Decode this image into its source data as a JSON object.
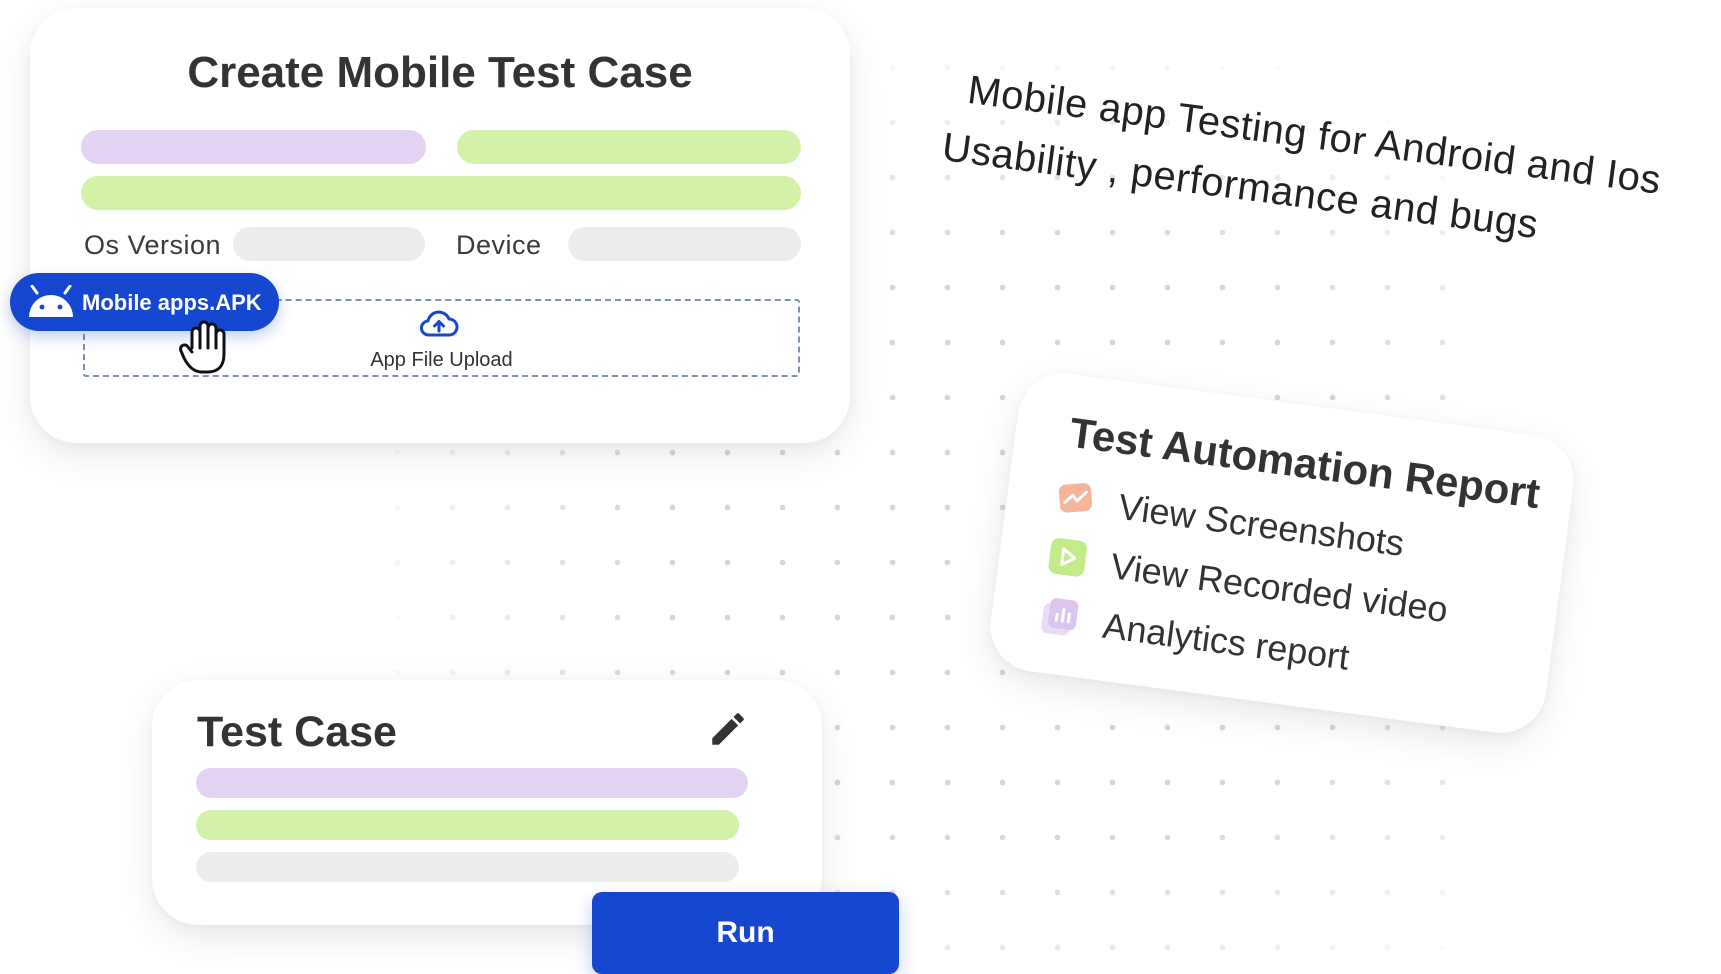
{
  "create_card": {
    "title": "Create Mobile Test Case",
    "os_version_label": "Os Version",
    "device_label": "Device",
    "upload_text": "App File Upload"
  },
  "apk_pill": {
    "label": "Mobile apps.APK"
  },
  "headline": {
    "line1": "Mobile app Testing for Android and Ios",
    "line2": "Usability , performance and bugs"
  },
  "report": {
    "title": "Test Automation Report",
    "items": [
      {
        "label": "View Screenshots",
        "icon": "screenshot-icon",
        "color": "#f6b49a"
      },
      {
        "label": "View Recorded video",
        "icon": "video-icon",
        "color": "#c3eb8a"
      },
      {
        "label": "Analytics report",
        "icon": "analytics-icon",
        "color": "#dcc6ef"
      }
    ]
  },
  "test_case": {
    "title": "Test Case"
  },
  "run_button": {
    "label": "Run"
  },
  "colors": {
    "primary_blue": "#1547d0",
    "bar_purple": "#e3d2f1",
    "bar_green": "#d3f1a8",
    "bar_gray": "#ededed"
  }
}
